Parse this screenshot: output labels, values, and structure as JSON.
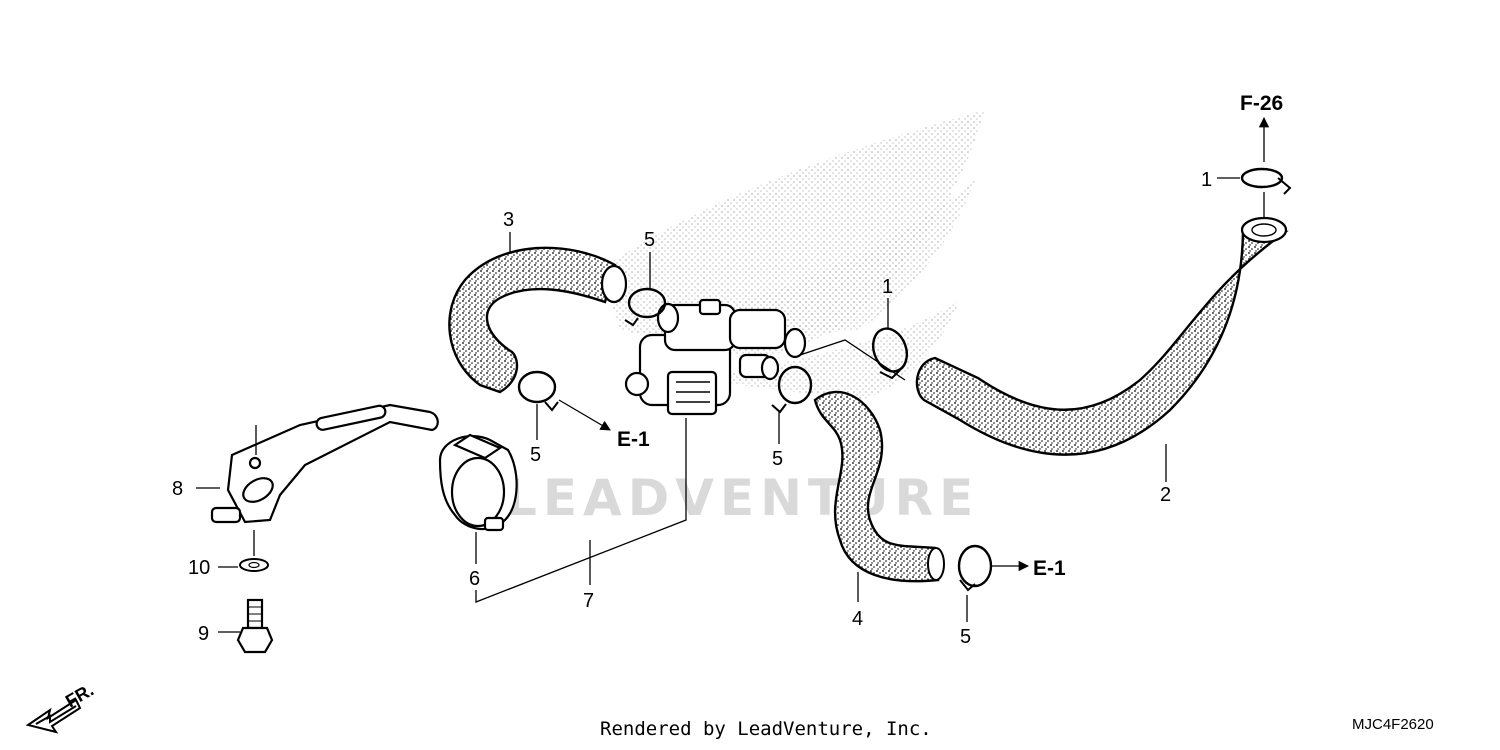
{
  "diagram": {
    "callouts": {
      "p1_top": "1",
      "p1_mid": "1",
      "p2": "2",
      "p3": "3",
      "p4": "4",
      "p5_a": "5",
      "p5_b": "5",
      "p5_c": "5",
      "p5_d": "5",
      "p6": "6",
      "p7": "7",
      "p8": "8",
      "p9": "9",
      "p10": "10"
    },
    "references": {
      "f26": "F-26",
      "e1_left": "E-1",
      "e1_right": "E-1"
    },
    "front_indicator": "FR.",
    "watermark": "LEADVENTURE"
  },
  "footer": {
    "rendered_by": "Rendered by LeadVenture, Inc.",
    "diagram_code": "MJC4F2620"
  }
}
